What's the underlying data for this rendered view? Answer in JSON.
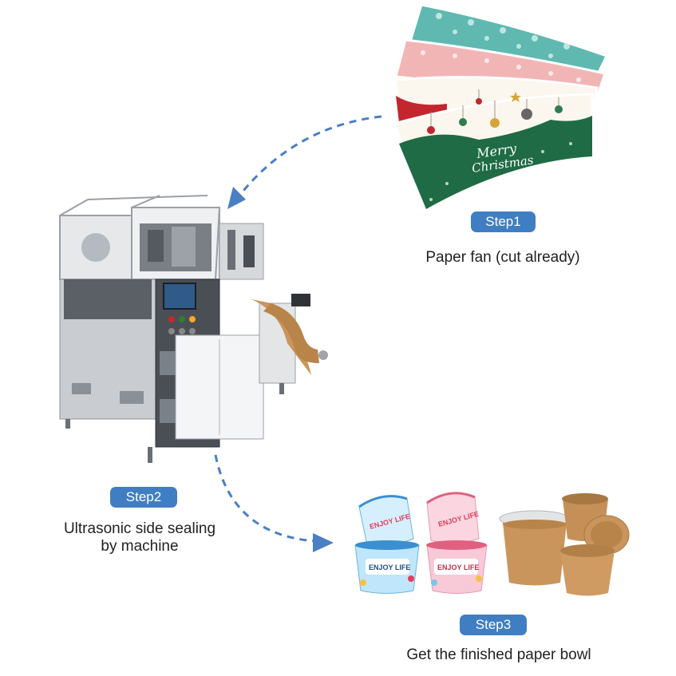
{
  "steps": [
    {
      "badge": "Step1",
      "caption": "Paper fan (cut already)"
    },
    {
      "badge": "Step2",
      "caption_line1": "Ultrasonic side sealing",
      "caption_line2": "by machine"
    },
    {
      "badge": "Step3",
      "caption": "Get the finished paper bowl"
    }
  ],
  "fan_print": {
    "greeting_line1": "Merry",
    "greeting_line2": "Christmas"
  },
  "bowl_print": {
    "text": "ENJOY LIFE"
  },
  "colors": {
    "badge": "#3f7ec3",
    "arrow": "#4a7fc4",
    "fan_green": "#1f6b45",
    "fan_teal": "#5fb9b0",
    "fan_pink": "#f2b5b5",
    "kraft": "#c9955c",
    "machine_grey": "#c9ccd0"
  },
  "icons": [
    "paper-fan-stack",
    "cup-forming-machine",
    "kraft-paper-roll",
    "printed-paper-bowl",
    "kraft-paper-bowl",
    "dashed-arrow"
  ]
}
